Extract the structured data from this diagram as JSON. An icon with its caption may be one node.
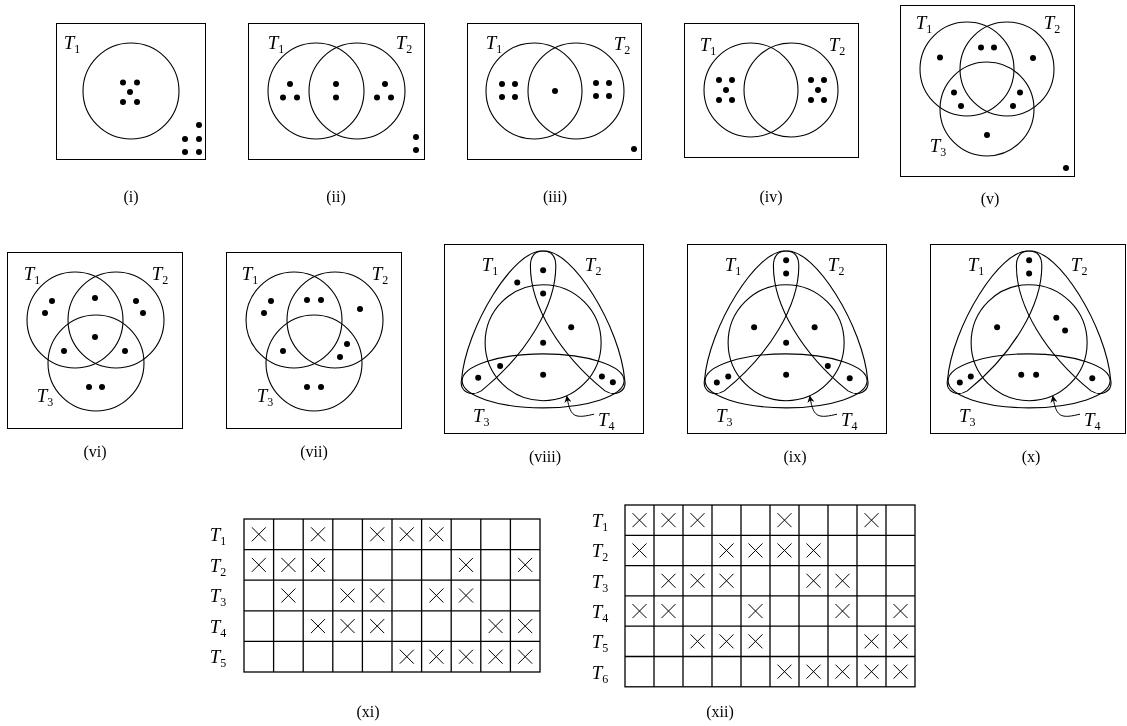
{
  "diagram": {
    "nodes": [
      {
        "text": [],
        "shape": "box",
        "beside": [
          "(i)"
        ]
      },
      {
        "text": [
          "*T*$_{1}$"
        ],
        "in": 0
      },
      {
        "text": [],
        "shape": "box",
        "beside": [
          "(ii)"
        ]
      },
      {
        "text": [
          "*T*$_{1}$"
        ],
        "in": 2
      },
      {
        "text": [
          "*T*$_{2}$"
        ],
        "in": 2
      },
      {
        "text": [],
        "shape": "box",
        "beside": [
          "(iii)"
        ]
      },
      {
        "text": [
          "*T*$_{1}$"
        ],
        "in": 5
      },
      {
        "text": [
          "*T*$_{2}$"
        ],
        "in": 5
      },
      {
        "text": [],
        "shape": "box",
        "beside": [
          "(iv)"
        ]
      },
      {
        "text": [
          "*T*$_{1}$"
        ],
        "in": 8
      },
      {
        "text": [
          "*T*$_{2}$"
        ],
        "in": 8
      },
      {
        "text": [],
        "shape": "box",
        "beside": [
          "(v)"
        ]
      },
      {
        "text": [
          "*T*$_{1}$"
        ],
        "in": 11
      },
      {
        "text": [
          "*T*$_{2}$"
        ],
        "in": 11
      },
      {
        "text": [
          "*T*$_{3}$"
        ],
        "in": 11
      },
      {
        "text": [],
        "shape": "box",
        "beside": [
          "(vi)"
        ]
      },
      {
        "text": [
          "*T*$_{1}$"
        ],
        "in": 15
      },
      {
        "text": [
          "*T*$_{2}$"
        ],
        "in": 15
      },
      {
        "text": [
          "*T*$_{3}$"
        ],
        "in": 15
      },
      {
        "text": [],
        "shape": "box",
        "beside": [
          "(vii)"
        ]
      },
      {
        "text": [
          "*T*$_{1}$"
        ],
        "in": 19
      },
      {
        "text": [
          "*T*$_{2}$"
        ],
        "in": 19
      },
      {
        "text": [
          "*T*$_{3}$"
        ],
        "in": 19
      },
      {
        "text": [],
        "shape": "box",
        "beside": [
          "(viii)"
        ]
      },
      {
        "text": [
          "*T*$_{1}$"
        ],
        "in": 23
      },
      {
        "text": [
          "*T*$_{2}$"
        ],
        "in": 23
      },
      {
        "text": [
          "*T*$_{3}$"
        ],
        "in": 23
      },
      {
        "text": [
          "*T*$_{4}$"
        ],
        "in": 23
      },
      {
        "text": [],
        "shape": "circle",
        "in": 23
      },
      {
        "text": [],
        "shape": "box",
        "beside": [
          "(ix)"
        ]
      },
      {
        "text": [
          "*T*$_{1}$"
        ],
        "in": 29
      },
      {
        "text": [
          "*T*$_{2}$"
        ],
        "in": 29
      },
      {
        "text": [
          "*T*$_{3}$"
        ],
        "in": 29
      },
      {
        "text": [
          "*T*$_{4}$"
        ],
        "in": 29
      },
      {
        "text": [],
        "shape": "circle",
        "in": 29
      },
      {
        "text": [],
        "shape": "box",
        "beside": [
          "(x)"
        ]
      },
      {
        "text": [
          "*T*$_{1}$"
        ],
        "in": 35
      },
      {
        "text": [
          "*T*$_{2}$"
        ],
        "in": 35
      },
      {
        "text": [
          "*T*$_{3}$"
        ],
        "in": 35
      },
      {
        "text": [
          "*T*$_{4}$"
        ],
        "in": 35
      },
      {
        "text": [],
        "shape": "circle",
        "in": 35
      }
    ],
    "edges": [
      {
        "from": 27,
        "to": 28,
        "arrow": "to"
      },
      {
        "from": 33,
        "to": 34,
        "arrow": "to"
      },
      {
        "from": 39,
        "to": 40,
        "arrow": "to"
      }
    ],
    "labels": [
      "*T*$_{1}$",
      "*T*$_{2}$",
      "*T*$_{3}$",
      "*T*$_{4}$",
      "*T*$_{5}$",
      "(xi)",
      "*T*$_{1}$",
      "*T*$_{2}$",
      "*T*$_{3}$",
      "*T*$_{4}$",
      "*T*$_{5}$",
      "*T*$_{6}$",
      "(xii)"
    ]
  }
}
